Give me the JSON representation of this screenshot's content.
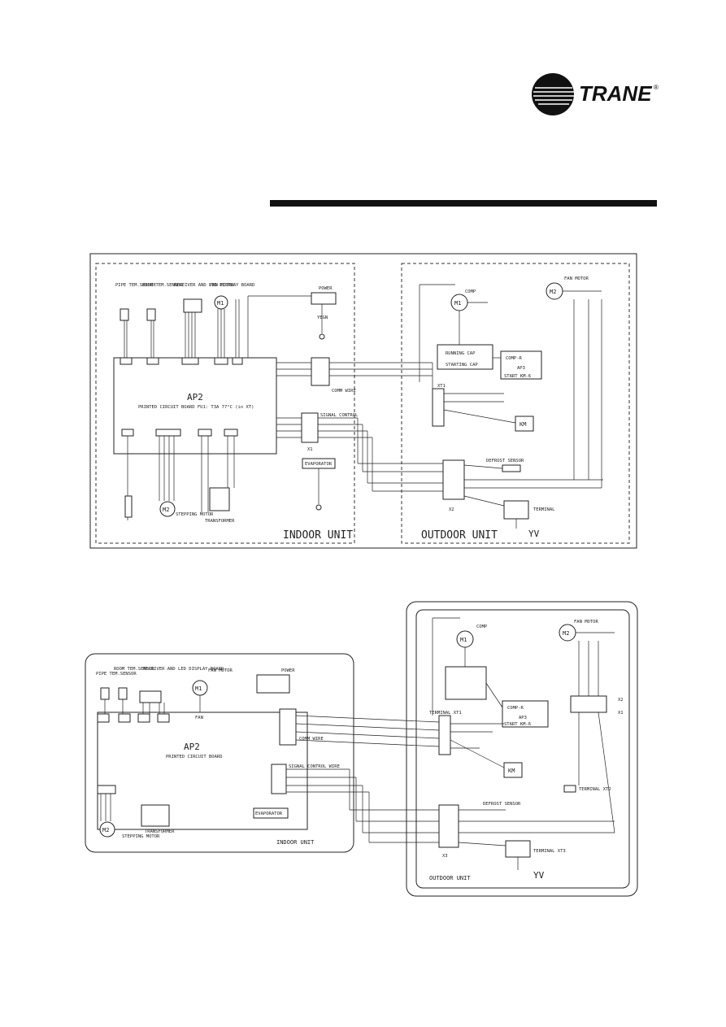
{
  "brand": {
    "name": "TRANE",
    "mark": "®"
  },
  "diagram1": {
    "indoor_unit_label": "INDOOR UNIT",
    "outdoor_unit_label": "OUTDOOR UNIT",
    "pcb_name": "AP2",
    "pcb_desc": "PRINTED CIRCUIT BOARD   FU1: T3A 77°C (in XT)",
    "pipe_sensor": "PIPE TEM.SENSOR",
    "room_sensor": "ROOM TEM.SENSOR",
    "receiver_display": "RECEIVER AND LED DISPLAY BOARD",
    "fan_motor": "FAN MOTOR",
    "power": "POWER",
    "comm_wire": "COMM WIRE",
    "signal_control": "SIGNAL CONTROL",
    "evaporator": "EVAPORATOR",
    "stepping_motor": "STEPPING MOTOR",
    "transformer": "TRANSFORMER",
    "comp": "COMP",
    "running_cap": "RUNNING CAP",
    "starting_cap": "STARTING CAP",
    "ap3": "AP3",
    "comp_r": "COMP-R",
    "start_km6": "START KM-6",
    "km": "KM",
    "defrost_sensor": "DEFROST SENSOR",
    "terminal": "TERMINAL",
    "yv": "YV",
    "out_fan_motor": "FAN MOTOR",
    "yegn": "YEGN",
    "x1": "X1",
    "x2": "X2",
    "xt1": "XT1",
    "m1": "M1",
    "m2": "M2"
  },
  "diagram2": {
    "indoor_unit_label": "INDOOR UNIT",
    "outdoor_unit_label": "OUTDOOR UNIT",
    "pcb_name": "AP2",
    "pcb_desc": "PRINTED CIRCUIT BOARD",
    "pipe_sensor": "PIPE TEM.SENSOR",
    "room_sensor": "ROOM TEM.SENSOR",
    "receiver_display": "RECEIVER AND LED DISPLAY BOARD",
    "fan_motor": "FAN MOTOR",
    "power": "POWER",
    "comm_wire": "COMM WIRE",
    "signal_control": "SIGNAL CONTROL WIRE",
    "evaporator": "EVAPORATOR",
    "stepping_motor": "STEPPING MOTOR",
    "transformer": "TRANSFORMER",
    "comp": "COMP",
    "ap3": "AP3",
    "comp_r": "COMP-R",
    "start_km6": "START KM-6",
    "km": "KM",
    "defrost_sensor": "DEFROST SENSOR",
    "terminal_xt1": "TERMINAL XT1",
    "terminal_xt2": "TERMINAL XT2",
    "terminal_xt3": "TERMINAL XT3",
    "yv": "YV",
    "out_fan_motor": "FAN MOTOR",
    "fan": "FAN",
    "x1": "X1",
    "x2": "X2",
    "x3": "X3",
    "m1": "M1",
    "m2": "M2"
  }
}
